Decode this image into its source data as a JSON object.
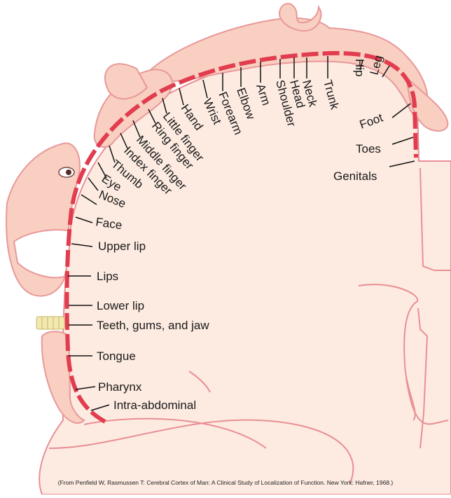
{
  "diagram": {
    "palette": {
      "cortex_fill": "#fdebe1",
      "cortex_outline": "#e98f95",
      "body_fill": "#f8cfc0",
      "body_outline": "#e9989a",
      "strip_color": "#e23c4f",
      "leader_color": "#111111"
    },
    "labels": {
      "genitals": "Genitals",
      "toes": "Toes",
      "foot": "Foot",
      "leg": "Leg",
      "hip": "Hip",
      "trunk": "Trunk",
      "neck": "Neck",
      "head": "Head",
      "shoulder": "Shoulder",
      "arm": "Arm",
      "elbow": "Elbow",
      "forearm": "Forearm",
      "wrist": "Wrist",
      "hand": "Hand",
      "little_finger": "Little finger",
      "ring_finger": "Ring finger",
      "middle_finger": "Middle finger",
      "index_finger": "Index finger",
      "thumb": "Thumb",
      "eye": "Eye",
      "nose": "Nose",
      "face": "Face",
      "upper_lip": "Upper lip",
      "lips": "Lips",
      "lower_lip": "Lower lip",
      "teeth_gums_jaw": "Teeth, gums, and jaw",
      "tongue": "Tongue",
      "pharynx": "Pharynx",
      "intra_abdominal": "Intra-abdominal"
    },
    "citation": "(From Penfield W, Rasmussen T: Cerebral Cortex of Man: A Clinical Study of Localization of Function. New York: Hafner, 1968.)"
  }
}
